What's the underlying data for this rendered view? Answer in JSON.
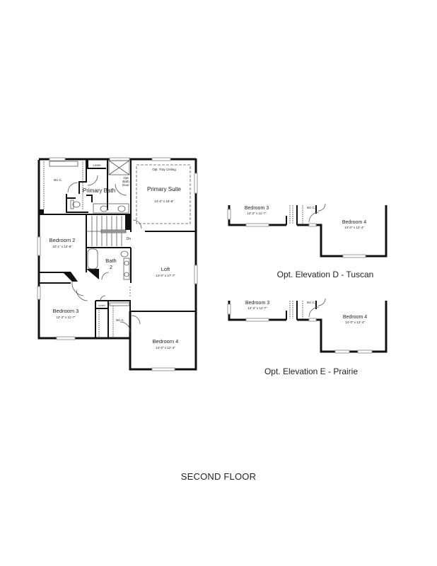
{
  "page": {
    "floor_title": "SECOND FLOOR"
  },
  "main_plan": {
    "rooms": {
      "wic_primary": {
        "name": "W.I.C."
      },
      "linen_primary": {
        "name": "Linen"
      },
      "primary_bath": {
        "name": "Primary Bath"
      },
      "opt_bath_door": {
        "line1": "Opt",
        "line2": "Bath",
        "line3": "Door"
      },
      "primary_suite": {
        "name": "Primary Suite",
        "dims": "14'-0\" x 15'-8\"",
        "note": "Opt. Tray Ceiling"
      },
      "bedroom2": {
        "name": "Bedroom 2",
        "dims": "10'-1\" x 12'-8\""
      },
      "bath2": {
        "line1": "Bath",
        "line2": "2"
      },
      "stairs": {
        "label": "Dn"
      },
      "loft": {
        "name": "Loft",
        "dims": "14'-0\" x 17'-7\""
      },
      "bedroom3": {
        "name": "Bedroom 3",
        "dims": "12'-2\" x 11'-7\""
      },
      "linen_hall": {
        "name": "Linen"
      },
      "wic_bed4": {
        "name": "W.I.C."
      },
      "bedroom4": {
        "name": "Bedroom 4",
        "dims": "14'-0\" x 12'-4\""
      }
    }
  },
  "elevations": [
    {
      "caption": "Opt. Elevation D - Tuscan",
      "bedroom3": {
        "name": "Bedroom 3",
        "dims": "12'-2\" x 11'-7\""
      },
      "wic": {
        "name": "W.I.C."
      },
      "bedroom4": {
        "name": "Bedroom 4",
        "dims": "14'-0\" x 12'-4\""
      }
    },
    {
      "caption": "Opt. Elevation E - Prairie",
      "bedroom3": {
        "name": "Bedroom 3",
        "dims": "12'-2\" x 11'-7\""
      },
      "wic": {
        "name": "W.I.C."
      },
      "bedroom4": {
        "name": "Bedroom 4",
        "dims": "14'-0\" x 12'-4\""
      }
    }
  ],
  "colors": {
    "wall": "#111111",
    "thin_line": "#555555",
    "window": "#c8c8c8",
    "background": "#ffffff"
  }
}
